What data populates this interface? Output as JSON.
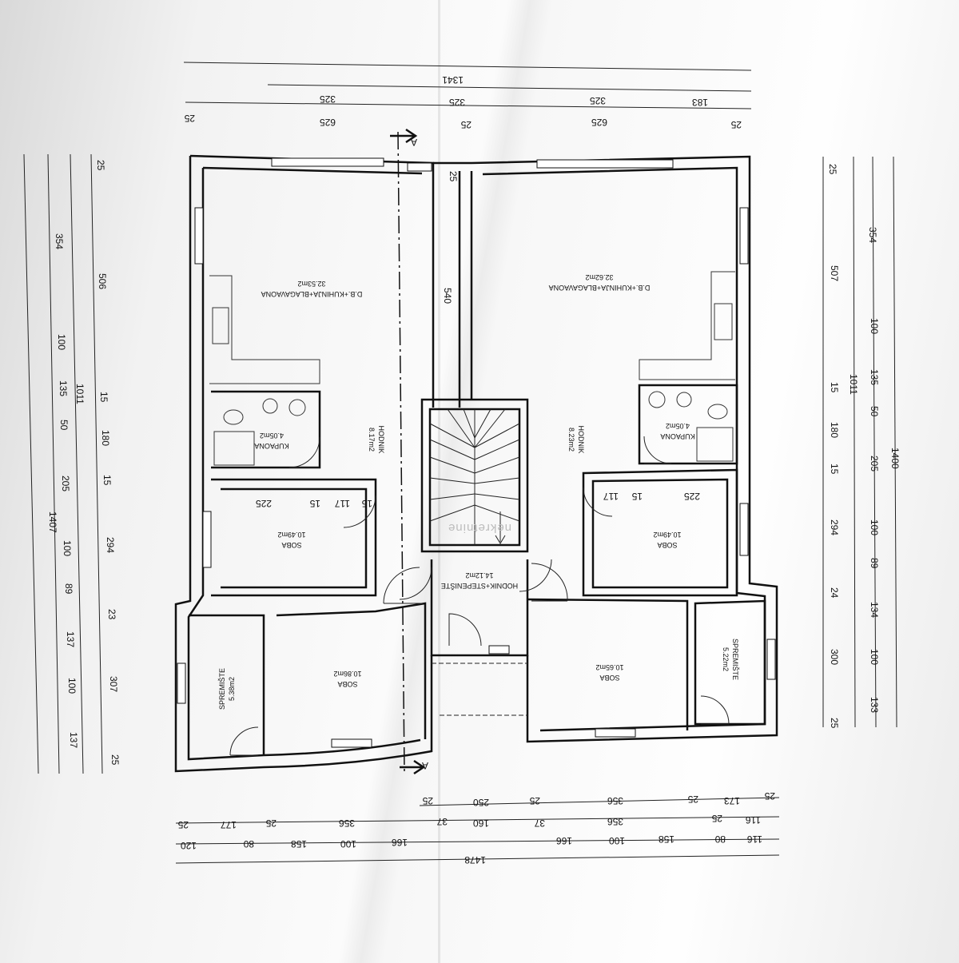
{
  "plan": {
    "section_marker": "A",
    "watermark": "nekretnine",
    "rooms": {
      "left_living": {
        "name": "D.B.+KUHINJA+BLAGAVAONA",
        "area": "32.53m2"
      },
      "right_living": {
        "name": "D.B.+KUHINJA+BLAGAVAONA",
        "area": "32.62m2"
      },
      "left_bath": {
        "name": "KUPAONA",
        "area": "4.05m2"
      },
      "right_bath": {
        "name": "KUPAONA",
        "area": "4.05m2"
      },
      "left_hall": {
        "name": "HODNIK",
        "area": "8.17m2"
      },
      "right_hall": {
        "name": "HODNIK",
        "area": "8.23m2"
      },
      "left_room": {
        "name": "SOBA",
        "area": "10.49m2"
      },
      "right_room": {
        "name": "SOBA",
        "area": "10.49m2"
      },
      "stair_hall": {
        "name": "HODNIK+STEPENIŠTE",
        "area": "14.12m2"
      },
      "left_bottom_room": {
        "name": "SOBA",
        "area": "10.86m2"
      },
      "right_bottom_room": {
        "name": "SOBA",
        "area": "10.65m2"
      },
      "left_storage": {
        "name": "SPREMIŠTE",
        "area": "5.38m2"
      },
      "right_storage": {
        "name": "SPREMIŠTE",
        "area": "5.22m2"
      }
    },
    "dims": {
      "top_total": "1341",
      "top_mid": [
        "325",
        "325",
        "325",
        "183"
      ],
      "top_inner": [
        "25",
        "625",
        "25",
        "625",
        "25"
      ],
      "corridor_len": "540",
      "corridor_wall": "25",
      "left_outer_total": "1407",
      "left_outer": [
        "354",
        "100",
        "135",
        "50",
        "205",
        "100",
        "89",
        "137",
        "100",
        "137"
      ],
      "left_inner_total": "1011",
      "left_inner": [
        "25",
        "506",
        "15",
        "180",
        "15",
        "294",
        "23",
        "307",
        "25"
      ],
      "right_outer_total": "1400",
      "right_outer": [
        "354",
        "100",
        "135",
        "50",
        "205",
        "100",
        "89",
        "134",
        "100",
        "133"
      ],
      "right_inner_total": "1011",
      "right_inner": [
        "25",
        "507",
        "15",
        "180",
        "15",
        "294",
        "24",
        "300",
        "25"
      ],
      "room_left": [
        "225",
        "15",
        "117",
        "15"
      ],
      "room_right": [
        "117",
        "15",
        "225"
      ],
      "bottom_row1": [
        "25",
        "250",
        "25",
        "356",
        "25",
        "173",
        "25"
      ],
      "bottom_row2": [
        "25",
        "177",
        "25",
        "356",
        "37",
        "160",
        "37",
        "356",
        "25",
        "116"
      ],
      "bottom_row3": [
        "120",
        "80",
        "158",
        "100",
        "166",
        "166",
        "100",
        "158",
        "80",
        "116"
      ],
      "bottom_total": "1478"
    }
  }
}
